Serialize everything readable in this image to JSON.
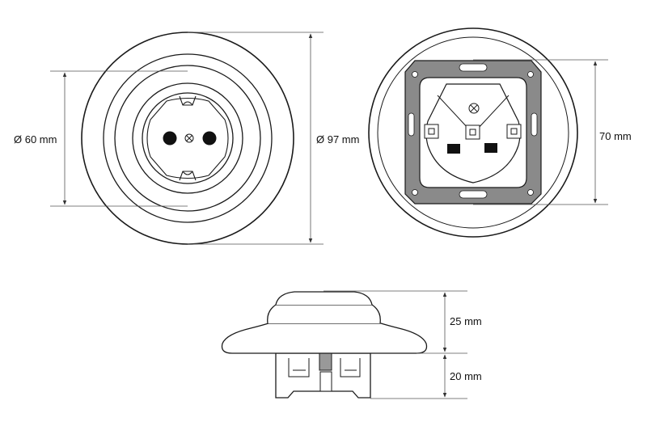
{
  "views": {
    "front": {
      "inner_diameter_label": "Ø 60 mm",
      "outer_diameter_label": "Ø 97 mm"
    },
    "back": {
      "plate_width_label": "70 mm"
    },
    "side": {
      "cover_height_label": "25 mm",
      "insert_depth_label": "20 mm"
    }
  },
  "colors": {
    "line": "#1a1a1a",
    "dimension_line": "#555555",
    "mounting_plate": "#8a8a8a",
    "contact_hole": "#111111"
  }
}
